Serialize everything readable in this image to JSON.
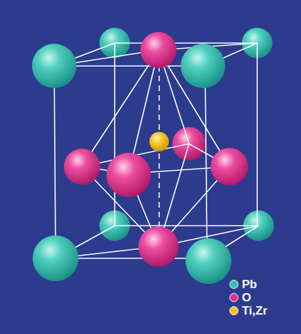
{
  "diagram": {
    "legend": [
      {
        "text": "Pb",
        "color": "#33bfae"
      },
      {
        "text": "O",
        "color": "#e0338c"
      },
      {
        "text": "Ti,Zr",
        "color": "#f6c11e"
      }
    ]
  }
}
